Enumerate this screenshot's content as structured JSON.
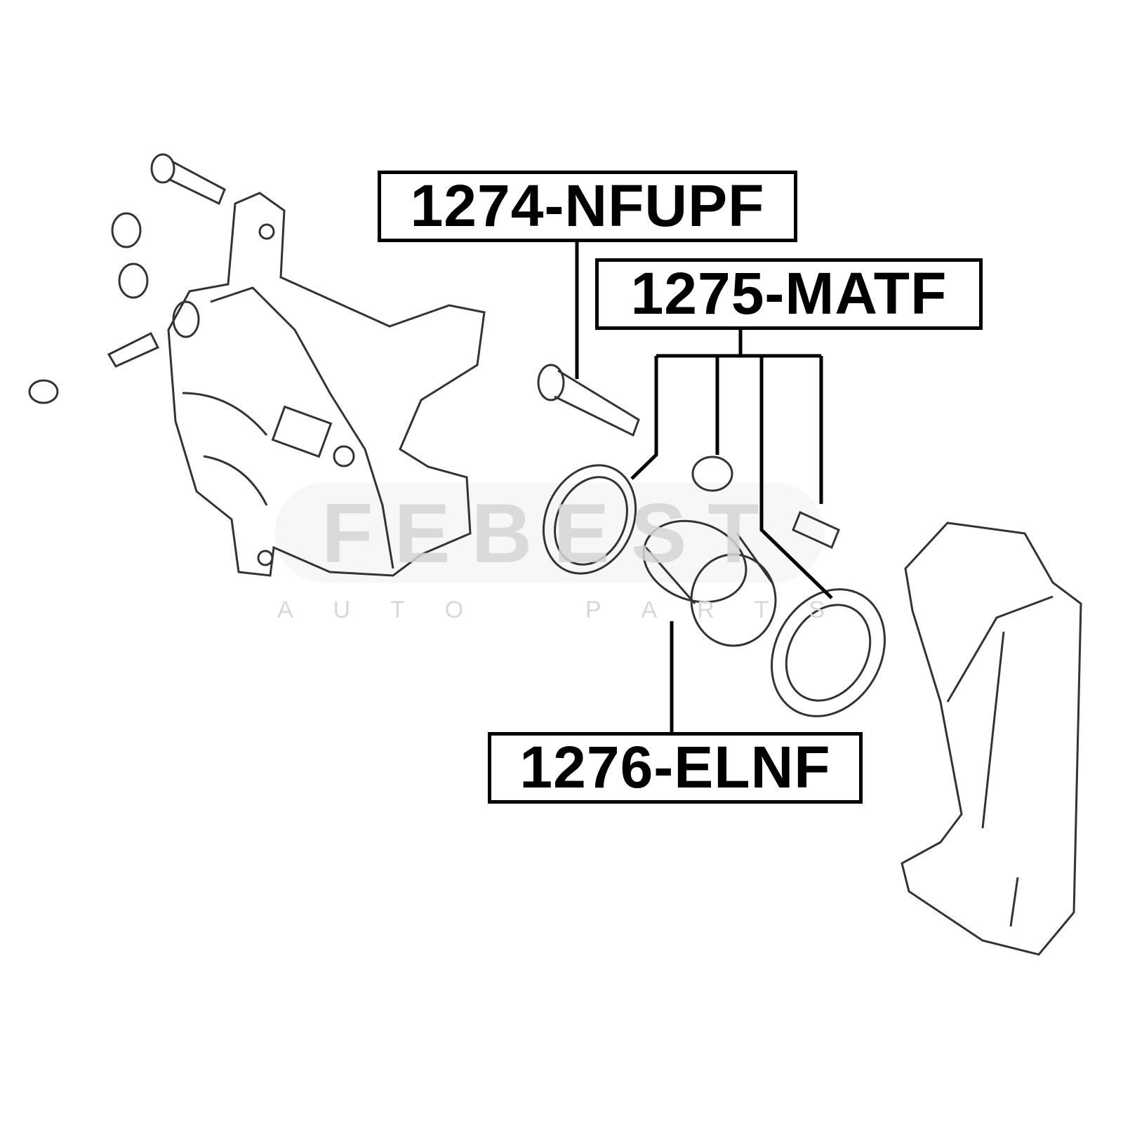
{
  "watermark": {
    "brand": "FEBEST",
    "tagline": [
      "A",
      "U",
      "T",
      "O",
      "P",
      "A",
      "R",
      "T",
      "S"
    ]
  },
  "labels": {
    "pin": "1274-NFUPF",
    "kit": "1275-MATF",
    "piston": "1276-ELNF"
  }
}
